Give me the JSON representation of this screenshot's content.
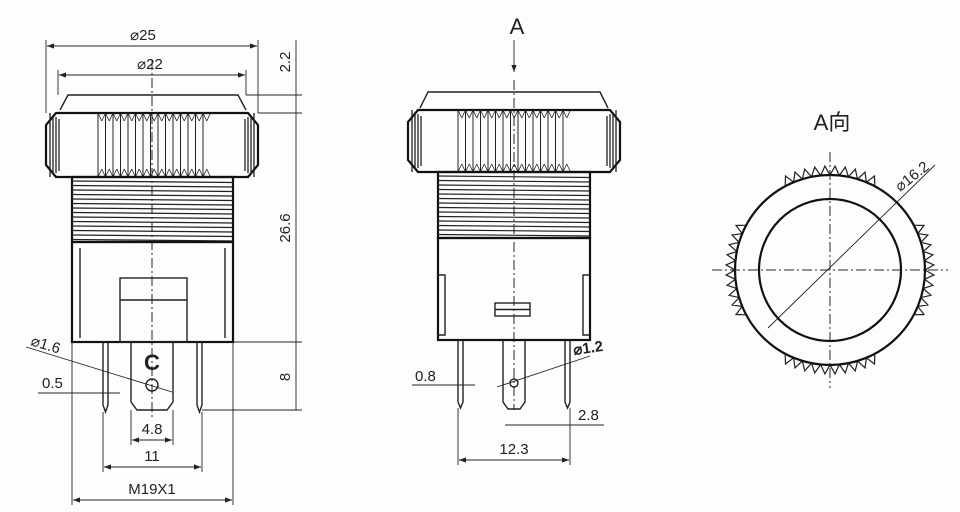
{
  "left_view": {
    "dia_outer": "⌀25",
    "dia_cap": "⌀22",
    "dim_top": "2.2",
    "dim_height": "26.6",
    "dim_pin": "8",
    "dia_hole": "⌀1.6",
    "pin_thickness": "0.5",
    "terminal_label": "C",
    "tab_width": "4.8",
    "pin_span": "11",
    "thread": "M19X1"
  },
  "middle_view": {
    "view_arrow_label": "A",
    "pin_width": "0.8",
    "dia_hole": "⌀1.2",
    "pin_offset": "2.8",
    "pin_span": "12.3"
  },
  "right_view": {
    "title": "A向",
    "dia_inner": "⌀16.2"
  }
}
